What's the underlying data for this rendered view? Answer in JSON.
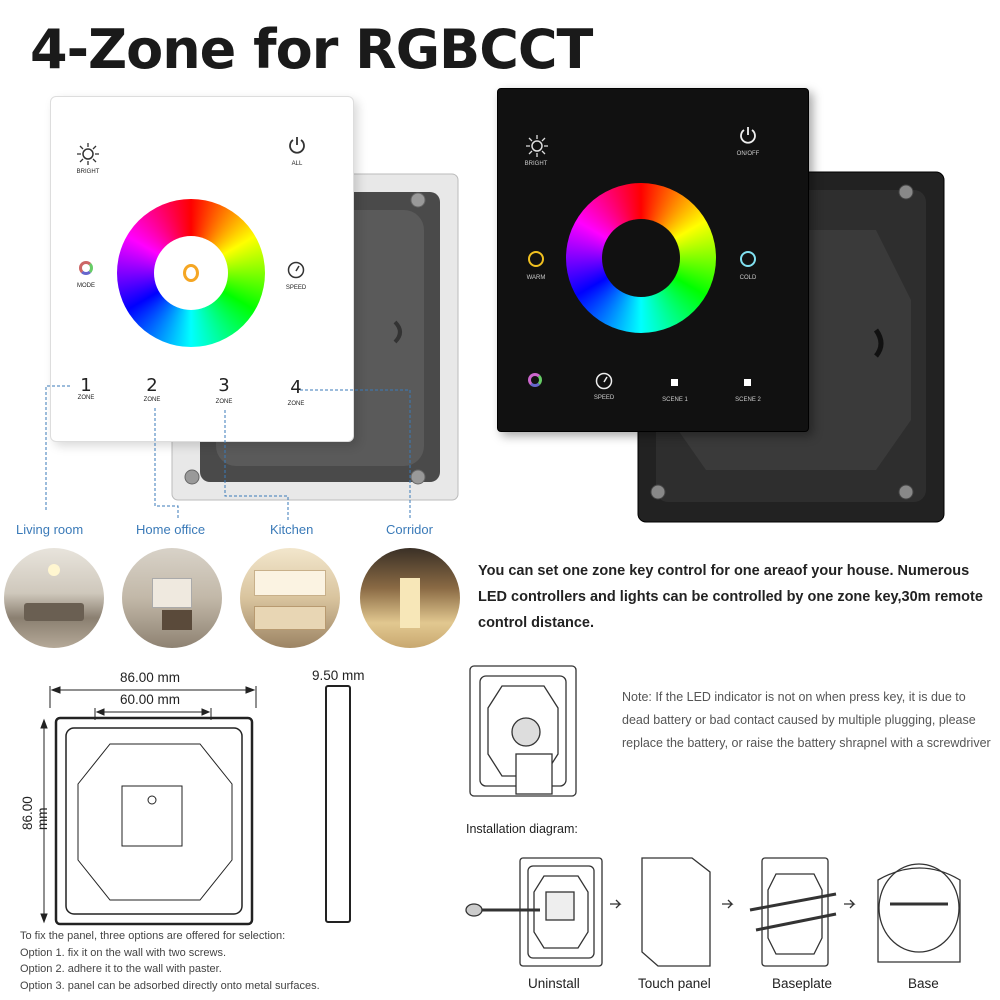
{
  "title": "4-Zone for RGBCCT",
  "white_panel": {
    "bright": "BRIGHT",
    "all": "ALL",
    "mode": "MODE",
    "speed": "SPEED",
    "zones": [
      {
        "num": "1",
        "sub": "ZONE"
      },
      {
        "num": "2",
        "sub": "ZONE"
      },
      {
        "num": "3",
        "sub": "ZONE"
      },
      {
        "num": "4",
        "sub": "ZONE"
      }
    ]
  },
  "black_panel": {
    "bright": "BRIGHT",
    "onoff": "ON/OFF",
    "warm": "WARM",
    "cold": "COLD",
    "speed": "SPEED",
    "scene1": "SCENE 1",
    "scene2": "SCENE 2"
  },
  "rooms": [
    "Living room",
    "Home office",
    "Kitchen",
    "Corridor"
  ],
  "description": "You can set one zone key control for one areaof your house. Numerous LED controllers and lights can be controlled by one zone key,30m remote control distance.",
  "dimensions": {
    "width_outer": "86.00 mm",
    "width_inner": "60.00 mm",
    "height": "86.00 mm",
    "depth": "9.50 mm"
  },
  "note": "Note: If the LED indicator is not on when press key, it is due to dead battery or bad contact caused by multiple plugging, please replace the battery, or raise the battery shrapnel with a screwdriver",
  "installation_title": "Installation diagram:",
  "steps": [
    "Uninstall",
    "Touch panel",
    "Baseplate",
    "Base"
  ],
  "options": [
    "To fix the panel, three options are offered for selection:",
    "Option 1. fix it on the wall with two screws.",
    "Option 2. adhere it to the wall with paster.",
    "Option 3. panel can be adsorbed directly onto metal surfaces."
  ],
  "colors": {
    "accent_blue": "#3a7ab8",
    "panel_black": "#111111",
    "panel_white": "#ffffff"
  }
}
